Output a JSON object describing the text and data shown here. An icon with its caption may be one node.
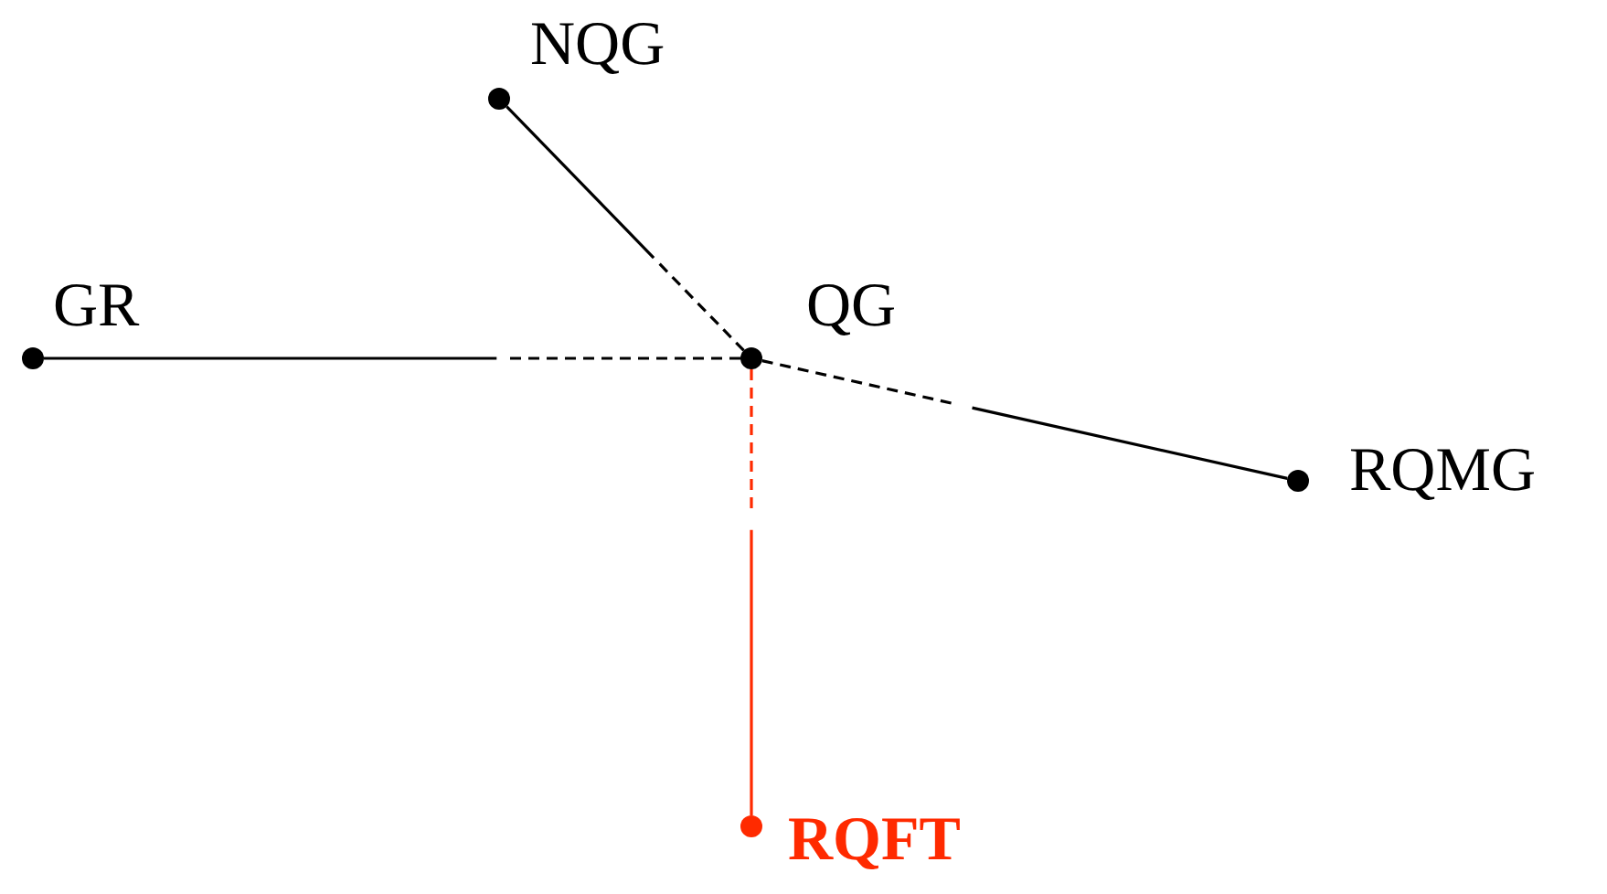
{
  "diagram": {
    "nodes": [
      {
        "text": [],
        "shape": "circle",
        "beside": [
          "NQG"
        ]
      },
      {
        "text": [],
        "shape": "circle",
        "beside": [
          "GR"
        ]
      },
      {
        "text": [],
        "shape": "circle",
        "beside": [
          "QG"
        ]
      },
      {
        "text": [],
        "shape": "circle",
        "beside": [
          "RQMG"
        ]
      },
      {
        "text": [],
        "shape": "circle",
        "beside": [
          "RQFT"
        ]
      }
    ],
    "edges": [
      {
        "from": 2,
        "to": 0,
        "arrow": "none"
      },
      {
        "from": 2,
        "to": 1,
        "arrow": "none"
      },
      {
        "from": 2,
        "to": 3,
        "arrow": "none"
      },
      {
        "from": 2,
        "to": 4,
        "arrow": "none",
        "color": "#ff2a00"
      }
    ]
  }
}
